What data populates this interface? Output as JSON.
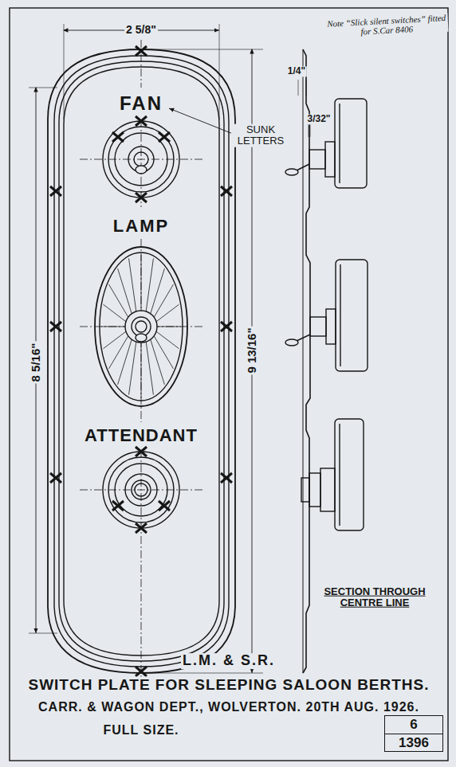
{
  "diagram": {
    "title": "SWITCH PLATE FOR SLEEPING SALOON BERTHS.",
    "nodes": [
      {
        "text": [
          "6",
          "1396"
        ]
      }
    ],
    "edges": [],
    "labels": [
      "Note “Slick silent switches” fitted for S.Car 8406",
      "2 5/8\"",
      "1/4\"",
      "3/32\"",
      "FAN",
      "SUNK LETTERS",
      "LAMP",
      "8 5/16\"",
      "9 13/16\"",
      "ATTENDANT",
      "SECTION THROUGH CENTRE LINE",
      "L.M. & S.R.",
      "CARR. & WAGON DEPT., WOLVERTON. 20TH AUG. 1926.",
      "FULL SIZE."
    ]
  }
}
